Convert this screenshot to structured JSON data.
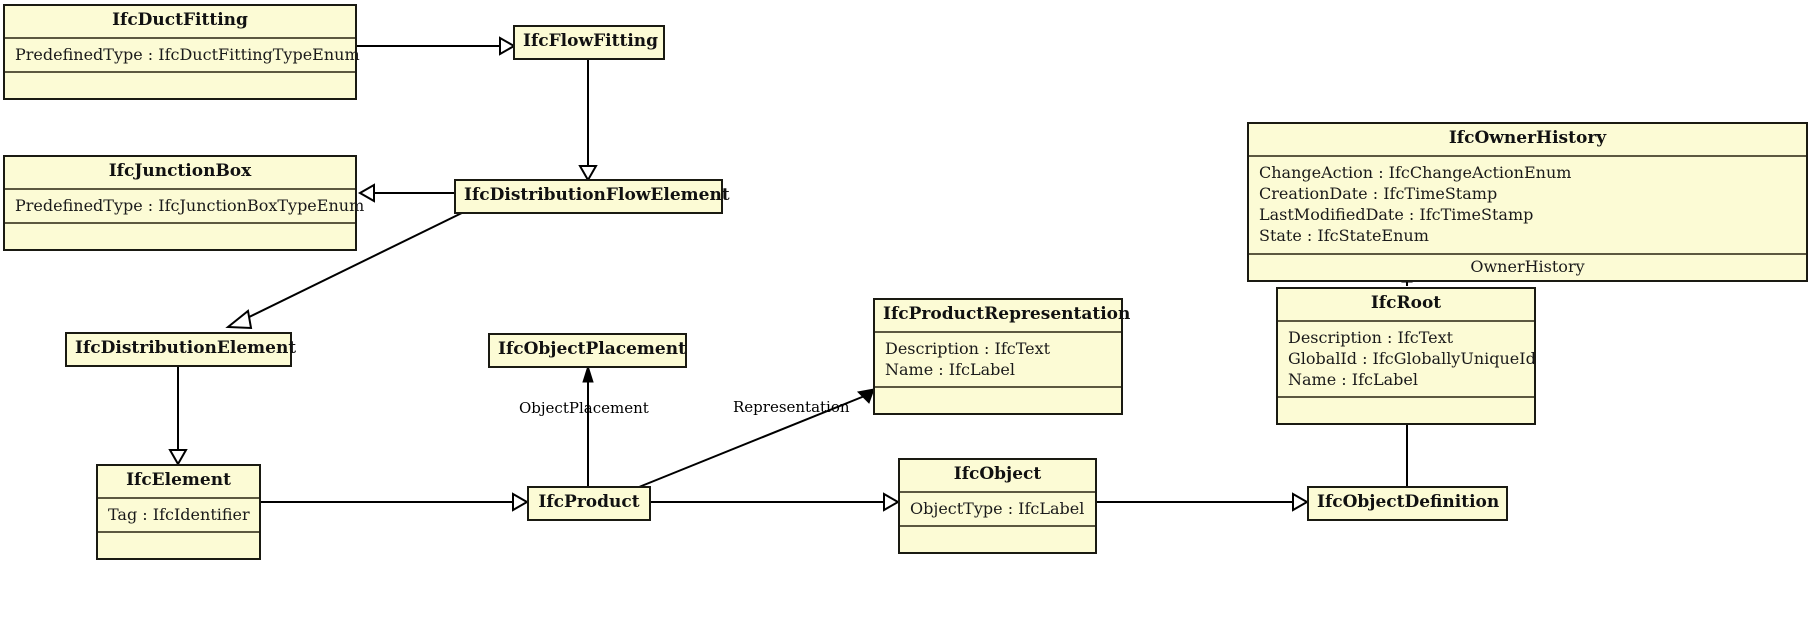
{
  "diagram": {
    "type": "uml-class-diagram",
    "background": "#ffffff",
    "box_fill": "#fcfbd5",
    "box_stroke": "#1a1a12",
    "classes": [
      {
        "id": "IfcDuctFitting",
        "name": "IfcDuctFitting",
        "attributes": [
          "PredefinedType : IfcDuctFittingTypeEnum"
        ],
        "operations": []
      },
      {
        "id": "IfcFlowFitting",
        "name": "IfcFlowFitting",
        "attributes": [],
        "operations": []
      },
      {
        "id": "IfcJunctionBox",
        "name": "IfcJunctionBox",
        "attributes": [
          "PredefinedType : IfcJunctionBoxTypeEnum"
        ],
        "operations": []
      },
      {
        "id": "IfcDistributionFlowElement",
        "name": "IfcDistributionFlowElement",
        "attributes": [],
        "operations": []
      },
      {
        "id": "IfcDistributionElement",
        "name": "IfcDistributionElement",
        "attributes": [],
        "operations": []
      },
      {
        "id": "IfcObjectPlacement",
        "name": "IfcObjectPlacement",
        "attributes": [],
        "operations": []
      },
      {
        "id": "IfcProductRepresentation",
        "name": "IfcProductRepresentation",
        "attributes": [
          "Description : IfcText",
          "Name : IfcLabel"
        ],
        "operations": []
      },
      {
        "id": "IfcOwnerHistory",
        "name": "IfcOwnerHistory",
        "attributes": [
          "ChangeAction : IfcChangeActionEnum",
          "CreationDate : IfcTimeStamp",
          "LastModifiedDate : IfcTimeStamp",
          "State : IfcStateEnum"
        ],
        "operations": [
          "OwnerHistory"
        ]
      },
      {
        "id": "IfcRoot",
        "name": "IfcRoot",
        "attributes": [
          "Description : IfcText",
          "GlobalId : IfcGloballyUniqueId",
          "Name : IfcLabel"
        ],
        "operations": []
      },
      {
        "id": "IfcElement",
        "name": "IfcElement",
        "attributes": [
          "Tag : IfcIdentifier"
        ],
        "operations": []
      },
      {
        "id": "IfcProduct",
        "name": "IfcProduct",
        "attributes": [],
        "operations": []
      },
      {
        "id": "IfcObject",
        "name": "IfcObject",
        "attributes": [
          "ObjectType : IfcLabel"
        ],
        "operations": []
      },
      {
        "id": "IfcObjectDefinition",
        "name": "IfcObjectDefinition",
        "attributes": [],
        "operations": []
      }
    ],
    "relationships": [
      {
        "from": "IfcDuctFitting",
        "to": "IfcFlowFitting",
        "kind": "generalization",
        "label": ""
      },
      {
        "from": "IfcFlowFitting",
        "to": "IfcDistributionFlowElement",
        "kind": "generalization",
        "label": ""
      },
      {
        "from": "IfcDistributionFlowElement",
        "to": "IfcJunctionBox",
        "kind": "generalization",
        "label": ""
      },
      {
        "from": "IfcDistributionFlowElement",
        "to": "IfcDistributionElement",
        "kind": "generalization",
        "label": ""
      },
      {
        "from": "IfcDistributionElement",
        "to": "IfcElement",
        "kind": "generalization",
        "label": ""
      },
      {
        "from": "IfcElement",
        "to": "IfcProduct",
        "kind": "generalization",
        "label": ""
      },
      {
        "from": "IfcProduct",
        "to": "IfcObject",
        "kind": "generalization",
        "label": ""
      },
      {
        "from": "IfcObject",
        "to": "IfcObjectDefinition",
        "kind": "generalization",
        "label": ""
      },
      {
        "from": "IfcObjectDefinition",
        "to": "IfcRoot",
        "kind": "generalization",
        "label": ""
      },
      {
        "from": "IfcProduct",
        "to": "IfcObjectPlacement",
        "kind": "association",
        "label": "ObjectPlacement"
      },
      {
        "from": "IfcProduct",
        "to": "IfcProductRepresentation",
        "kind": "association",
        "label": "Representation"
      },
      {
        "from": "IfcRoot",
        "to": "IfcOwnerHistory",
        "kind": "association",
        "label": "OwnerHistory"
      }
    ],
    "edge_labels": {
      "object_placement": "ObjectPlacement",
      "representation": "Representation",
      "owner_history": "OwnerHistory"
    }
  }
}
